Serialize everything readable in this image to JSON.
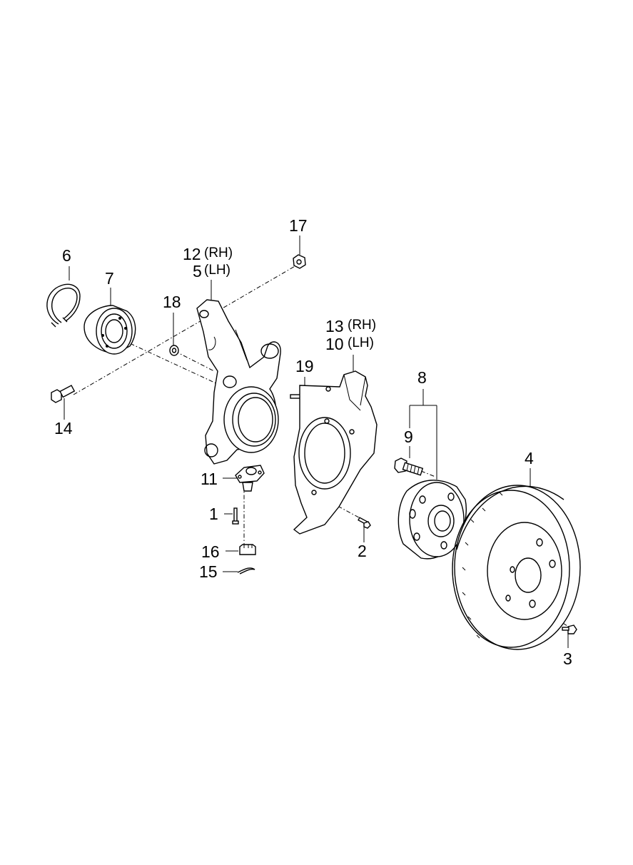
{
  "callouts": {
    "p1": "1",
    "p2": "2",
    "p3": "3",
    "p4": "4",
    "p5": "5",
    "p6": "6",
    "p7": "7",
    "p8": "8",
    "p9": "9",
    "p10": "10",
    "p11": "11",
    "p12": "12",
    "p13": "13",
    "p14": "14",
    "p15": "15",
    "p16": "16",
    "p17": "17",
    "p18": "18",
    "p19": "19",
    "rh": "(RH)",
    "lh": "(LH)"
  }
}
